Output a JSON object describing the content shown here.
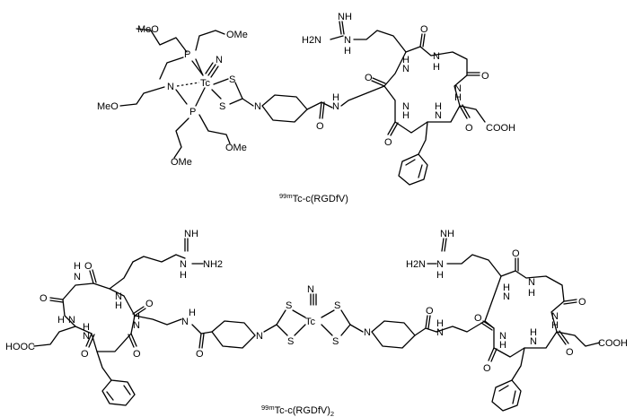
{
  "structures": [
    {
      "caption": {
        "superscript": "99m",
        "text": "Tc-c(RGDfV)",
        "subscript": ""
      },
      "atoms": {
        "phosphorus_top": "P",
        "phosphorus_bottom": "P",
        "technetium": "Tc",
        "nitrogen_amine": "N",
        "nitrido": "N",
        "sulfur_a": "S",
        "sulfur_b": "S",
        "methoxy_1": "MeO",
        "methoxy_2": "OMe",
        "methoxy_3": "MeO",
        "methoxy_4": "OMe",
        "methoxy_5": "OMe",
        "imine": "NH",
        "amine": "H2N",
        "guanidine_n": "N",
        "guanidine_h": "H",
        "amide_1": "N",
        "amide_1h": "H",
        "amide_2": "N",
        "amide_2h": "H",
        "amide_3": "N",
        "amide_3h": "H",
        "amide_4": "N",
        "amide_4h": "H",
        "amide_5": "N",
        "amide_5h": "H",
        "amide_6": "N",
        "amide_6h": "H",
        "piperidine_n": "N",
        "carboxyl": "COOH",
        "oxygens": [
          "O",
          "O",
          "O",
          "O",
          "O",
          "O"
        ]
      }
    },
    {
      "caption": {
        "superscript": "99m",
        "text": "Tc-c(RGDfV)",
        "subscript": "2"
      },
      "atoms": {
        "technetium": "Tc",
        "nitrido": "N",
        "sulfurs": [
          "S",
          "S",
          "S",
          "S"
        ],
        "piperidine_left": "N",
        "piperidine_right": "N",
        "left_imine": "NH",
        "left_amine": "NH2",
        "right_imine": "NH",
        "right_amine": "H2N",
        "left_carboxyl": "HOOC",
        "right_carboxyl": "COOH",
        "left_amides": [
          "N",
          "N",
          "N",
          "N",
          "N",
          "N"
        ],
        "right_amides": [
          "N",
          "N",
          "N",
          "N",
          "N",
          "N"
        ],
        "hydrogens": [
          "H",
          "H",
          "H",
          "H",
          "H",
          "H",
          "H",
          "H",
          "H",
          "H",
          "H",
          "H",
          "H",
          "H"
        ],
        "oxygens": [
          "O",
          "O",
          "O",
          "O",
          "O",
          "O",
          "O",
          "O",
          "O",
          "O",
          "O",
          "O"
        ]
      }
    }
  ]
}
